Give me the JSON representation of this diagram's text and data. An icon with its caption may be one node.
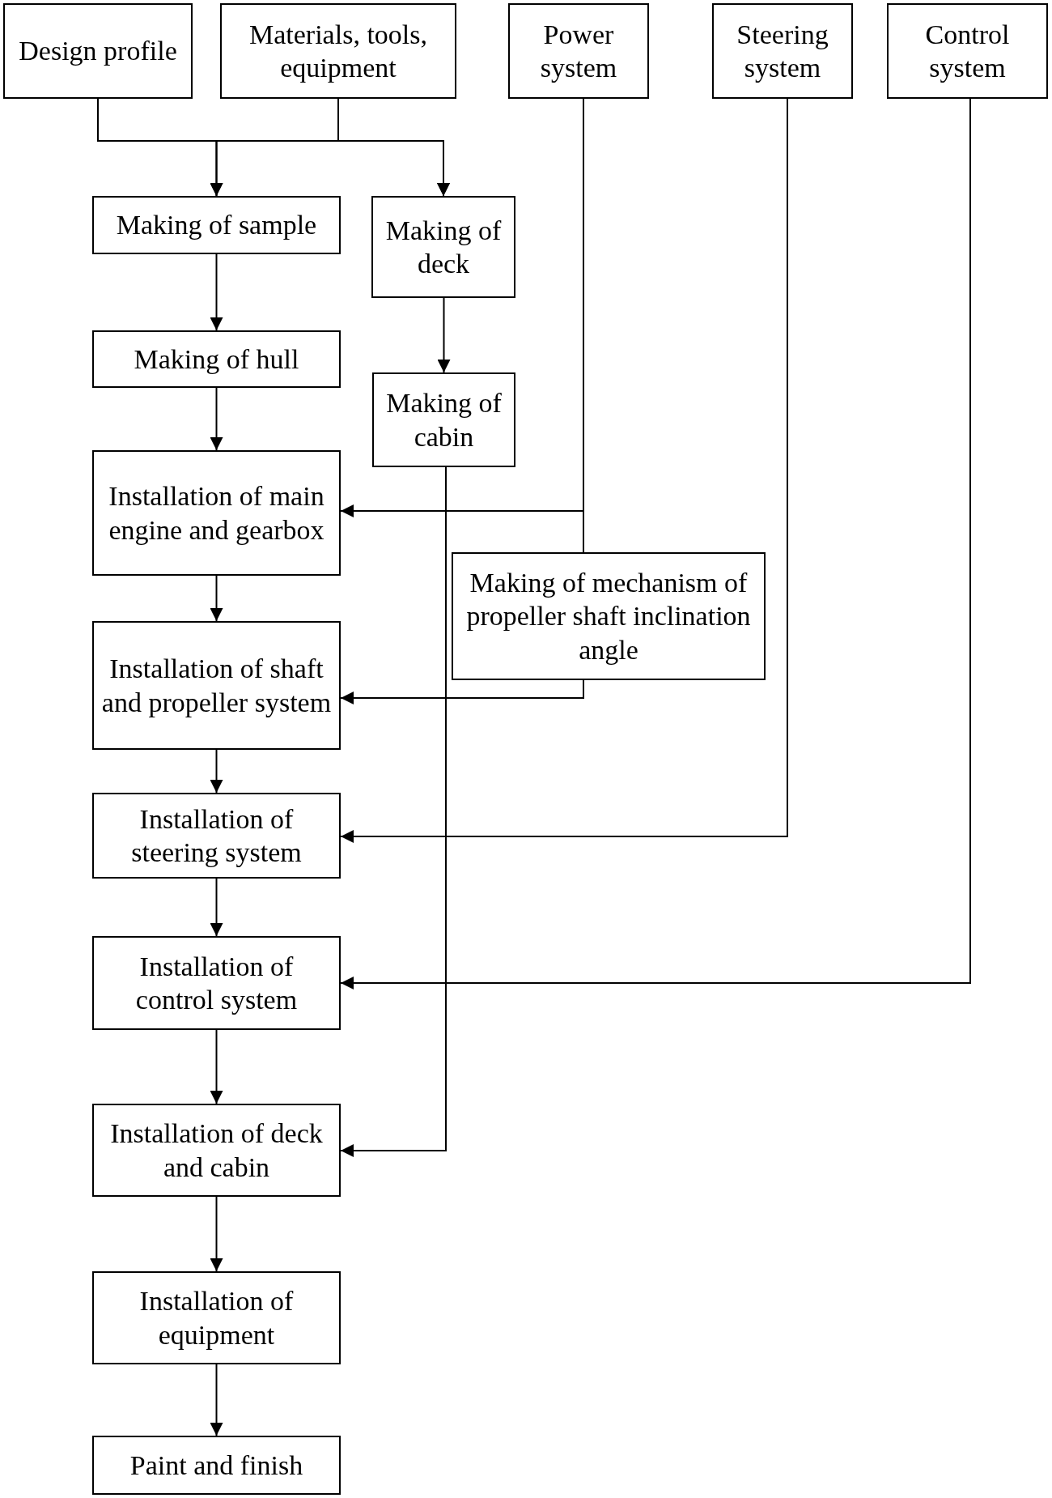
{
  "diagram": {
    "nodes": [
      {
        "text": [
          "Design profile"
        ]
      },
      {
        "text": [
          "Materials, tools, equipment"
        ]
      },
      {
        "text": [
          "Power system"
        ]
      },
      {
        "text": [
          "Steering system"
        ]
      },
      {
        "text": [
          "Control system"
        ]
      },
      {
        "text": [
          "Making of sample"
        ]
      },
      {
        "text": [
          "Making of deck"
        ]
      },
      {
        "text": [
          "Making of hull"
        ]
      },
      {
        "text": [
          "Making of cabin"
        ]
      },
      {
        "text": [
          "Installation of main engine and gearbox"
        ]
      },
      {
        "text": [
          "Making of mechanism of propeller shaft inclination angle"
        ]
      },
      {
        "text": [
          "Installation of shaft and propeller system"
        ]
      },
      {
        "text": [
          "Installation of steering system"
        ]
      },
      {
        "text": [
          "Installation of control system"
        ]
      },
      {
        "text": [
          "Installation of deck and cabin"
        ]
      },
      {
        "text": [
          "Installation of equipment"
        ]
      },
      {
        "text": [
          "Paint and finish"
        ]
      }
    ],
    "edges": [
      {
        "from": 0,
        "to": 5,
        "arrow": "to"
      },
      {
        "from": 0,
        "to": 6,
        "arrow": "to"
      },
      {
        "from": 1,
        "to": 5,
        "arrow": "to"
      },
      {
        "from": 1,
        "to": 6,
        "arrow": "to"
      },
      {
        "from": 5,
        "to": 7,
        "arrow": "to"
      },
      {
        "from": 6,
        "to": 8,
        "arrow": "to"
      },
      {
        "from": 7,
        "to": 9,
        "arrow": "to"
      },
      {
        "from": 9,
        "to": 11,
        "arrow": "to"
      },
      {
        "from": 11,
        "to": 12,
        "arrow": "to"
      },
      {
        "from": 12,
        "to": 13,
        "arrow": "to"
      },
      {
        "from": 13,
        "to": 14,
        "arrow": "to"
      },
      {
        "from": 14,
        "to": 15,
        "arrow": "to"
      },
      {
        "from": 15,
        "to": 16,
        "arrow": "to"
      },
      {
        "from": 2,
        "to": 9,
        "arrow": "to"
      },
      {
        "from": 2,
        "to": 10,
        "arrow": "none"
      },
      {
        "from": 10,
        "to": 11,
        "arrow": "to"
      },
      {
        "from": 3,
        "to": 12,
        "arrow": "to"
      },
      {
        "from": 4,
        "to": 13,
        "arrow": "to"
      },
      {
        "from": 8,
        "to": 14,
        "arrow": "to"
      }
    ]
  }
}
